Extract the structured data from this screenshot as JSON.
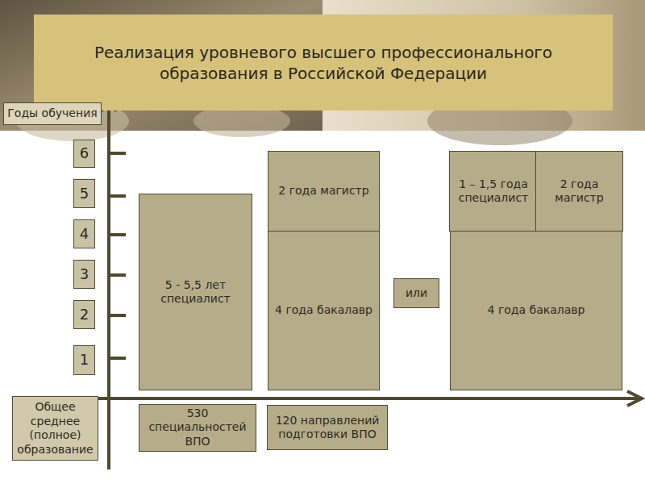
{
  "diagram": {
    "title": "Реализация уровневого высшего профессионального образования в Российской Федерации",
    "nodes": [
      {
        "text": [
          "Годы обучения"
        ]
      },
      {
        "text": [
          "6"
        ]
      },
      {
        "text": [
          "5"
        ]
      },
      {
        "text": [
          "4"
        ]
      },
      {
        "text": [
          "3"
        ]
      },
      {
        "text": [
          "2"
        ]
      },
      {
        "text": [
          "1"
        ]
      },
      {
        "text": [
          "5 - 5,5 лет специалист"
        ]
      },
      {
        "text": [
          "2 года магистр"
        ]
      },
      {
        "text": [
          "4 года бакалавр"
        ]
      },
      {
        "text": [
          "или"
        ]
      },
      {
        "text": [
          "1 – 1,5 года специалист"
        ]
      },
      {
        "text": [
          "2 года магистр"
        ]
      },
      {
        "text": [
          "4 года бакалавр"
        ]
      },
      {
        "text": [
          "Общее среднее (полное) образование"
        ]
      },
      {
        "text": [
          "530 специальностей ВПО"
        ]
      },
      {
        "text": [
          "120 направлений подготовки ВПО"
        ]
      }
    ]
  }
}
